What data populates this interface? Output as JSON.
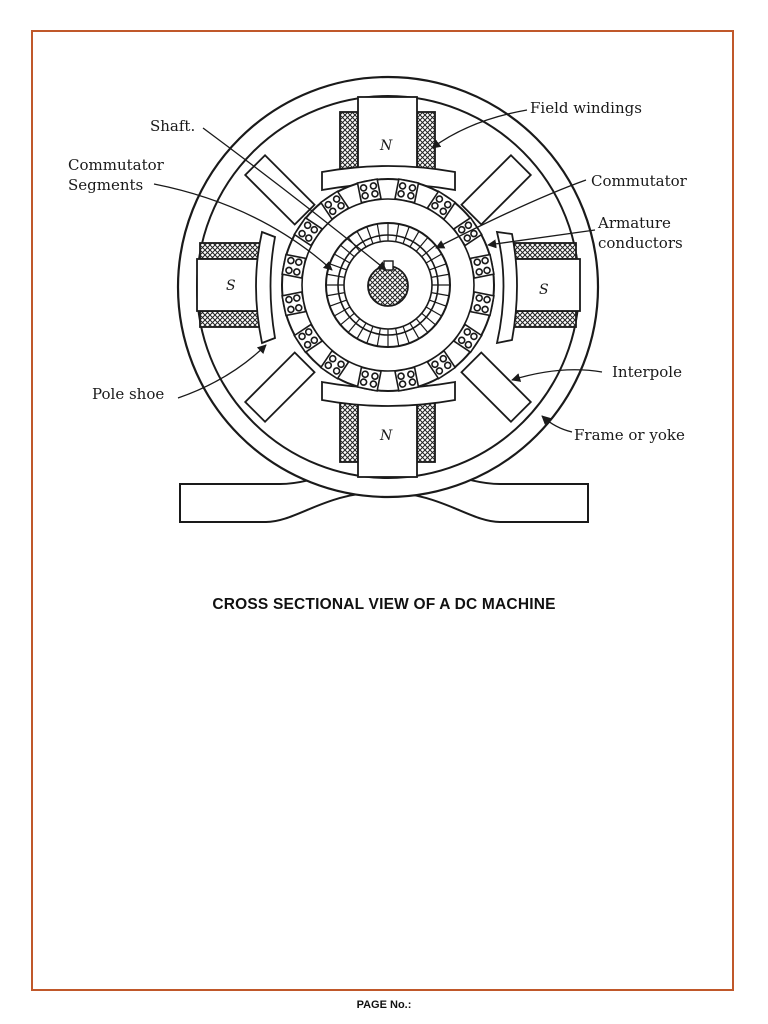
{
  "labels": {
    "shaft": "Shaft.",
    "commutator_segments_line1": "Commutator",
    "commutator_segments_line2": "Segments",
    "field_windings": "Field windings",
    "commutator": "Commutator",
    "armature_conductors_line1": "Armature",
    "armature_conductors_line2": "conductors",
    "pole_shoe": "Pole shoe",
    "interpole": "Interpole",
    "frame_or_yoke": "Frame or yoke"
  },
  "poles": {
    "top": "N",
    "bottom": "N",
    "left": "S",
    "right": "S"
  },
  "caption": "CROSS SECTIONAL VIEW OF A DC MACHINE",
  "footer": "PAGE No.:",
  "colors": {
    "border": "#c0582a",
    "ink": "#1a1a1a"
  }
}
